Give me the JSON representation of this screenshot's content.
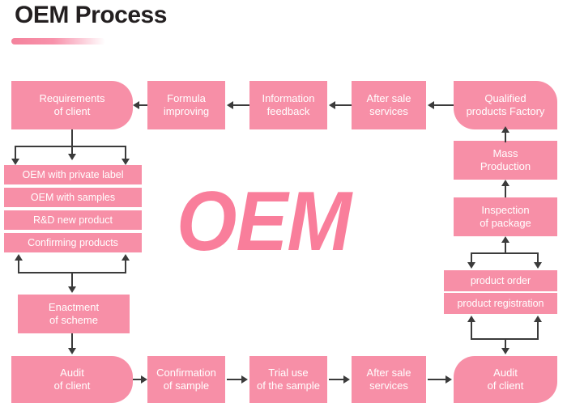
{
  "header": {
    "title": "OEM Process",
    "accent_color": "#f4829c"
  },
  "watermark": {
    "text": "OEM",
    "color": "#f97e9b"
  },
  "theme": {
    "node_fill": "#f78fa7",
    "node_text": "#ffffff",
    "connector": "#3b3b3b",
    "background": "#ffffff"
  },
  "diagram": {
    "type": "flowchart",
    "top_row": [
      {
        "id": "requirements-of-client",
        "label": "Requirements\nof client"
      },
      {
        "id": "formula-improving",
        "label": "Formula\nimproving"
      },
      {
        "id": "information-feedback",
        "label": "Information\nfeedback"
      },
      {
        "id": "after-sale-services-top",
        "label": "After sale\nservices"
      },
      {
        "id": "qualified-products-factory",
        "label": "Qualified\nproducts Factory"
      }
    ],
    "left_options": [
      {
        "id": "oem-with-private-label",
        "label": "OEM with private label"
      },
      {
        "id": "oem-with-samples",
        "label": "OEM with samples"
      },
      {
        "id": "rd-new-product",
        "label": "R&D new product"
      },
      {
        "id": "confirming-products",
        "label": "Confirming products"
      }
    ],
    "left_chain": [
      {
        "id": "enactment-of-scheme",
        "label": "Enactment\nof scheme"
      }
    ],
    "right_chain": [
      {
        "id": "mass-production",
        "label": "Mass\nProduction"
      },
      {
        "id": "inspection-of-package",
        "label": "Inspection\nof package"
      }
    ],
    "right_options": [
      {
        "id": "product-order",
        "label": "product order"
      },
      {
        "id": "product-registration",
        "label": "product registration"
      }
    ],
    "bottom_row": [
      {
        "id": "audit-of-client-left",
        "label": "Audit\nof client"
      },
      {
        "id": "confirmation-of-sample",
        "label": "Confirmation\nof sample"
      },
      {
        "id": "trial-use-of-the-sample",
        "label": "Trial use\nof the sample"
      },
      {
        "id": "after-sale-services-bottom",
        "label": "After sale\nservices"
      },
      {
        "id": "audit-of-client-right",
        "label": "Audit\nof client"
      }
    ]
  }
}
